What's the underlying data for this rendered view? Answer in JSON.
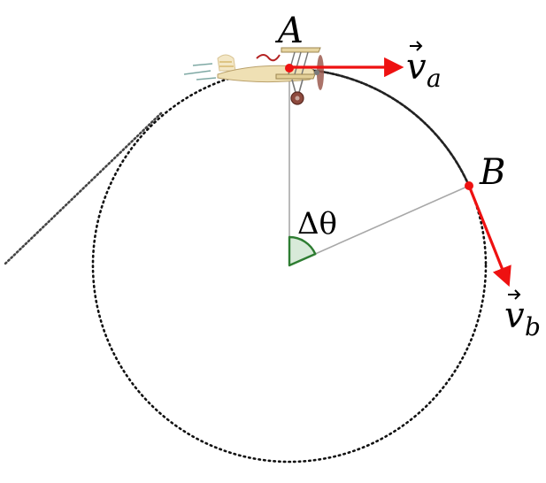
{
  "diagram": {
    "point_a": {
      "label": "A"
    },
    "point_b": {
      "label": "B"
    },
    "velocity_a": {
      "symbol": "v",
      "subscript": "a"
    },
    "velocity_b": {
      "symbol": "v",
      "subscript": "b"
    },
    "angle": {
      "label": "Δθ"
    },
    "colors": {
      "velocity_vector": "#ee1111",
      "point_marker": "#ee1111",
      "angle_fill": "#d8ead9",
      "angle_stroke": "#2e7d32",
      "radius_line": "#a8a8a8",
      "path": "#000000"
    },
    "airplane": {
      "icon": "biplane-icon"
    }
  }
}
